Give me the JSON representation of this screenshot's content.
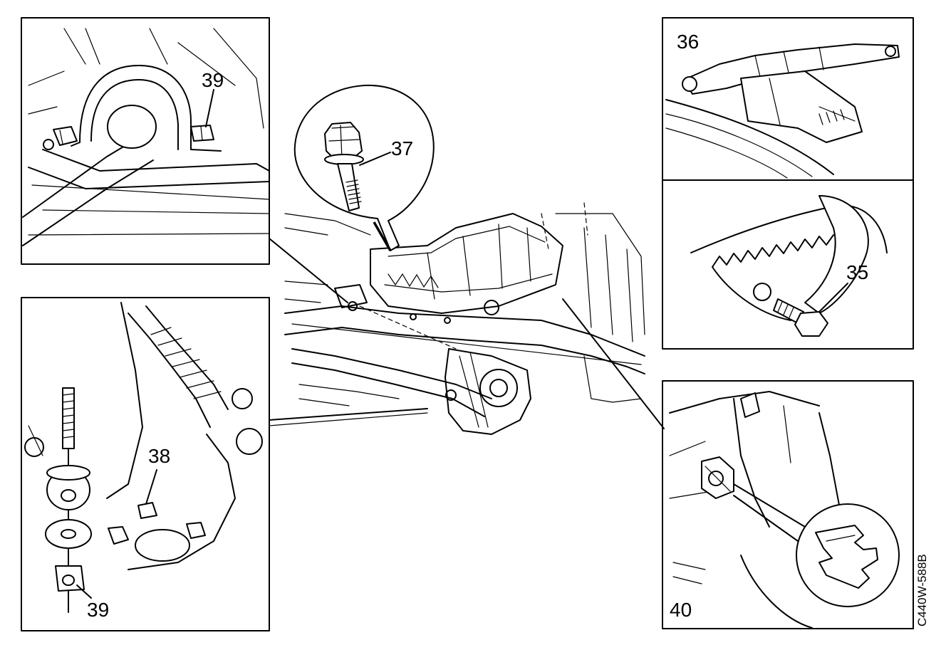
{
  "labels": {
    "top_left_39": "39",
    "bolt_37": "37",
    "top_right_36": "36",
    "mid_right_35": "35",
    "bottom_left_38": "38",
    "bottom_left_39": "39",
    "bottom_right_40": "40"
  },
  "figure_code": "C440W-588B",
  "colors": {
    "ink": "#000000",
    "paper": "#ffffff"
  }
}
